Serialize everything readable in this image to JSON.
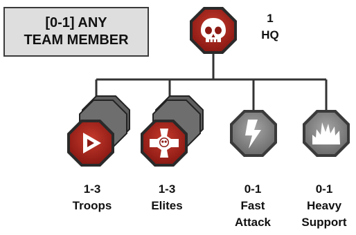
{
  "team_box": {
    "line1": "[0-1] ANY",
    "line2": "TEAM MEMBER"
  },
  "hq": {
    "count": "1",
    "name": "HQ",
    "icon": "skull-icon",
    "color": "#a8231b"
  },
  "slots": [
    {
      "count": "1-3",
      "name1": "Troops",
      "name2": "",
      "icon": "arrow-icon",
      "color": "#a8231b",
      "stacked": true
    },
    {
      "count": "1-3",
      "name1": "Elites",
      "name2": "",
      "icon": "skull-cross-icon",
      "color": "#a8231b",
      "stacked": true
    },
    {
      "count": "0-1",
      "name1": "Fast",
      "name2": "Attack",
      "icon": "lightning-icon",
      "color": "#8c8c8c",
      "stacked": false
    },
    {
      "count": "0-1",
      "name1": "Heavy",
      "name2": "Support",
      "icon": "explosion-icon",
      "color": "#8c8c8c",
      "stacked": false
    }
  ]
}
